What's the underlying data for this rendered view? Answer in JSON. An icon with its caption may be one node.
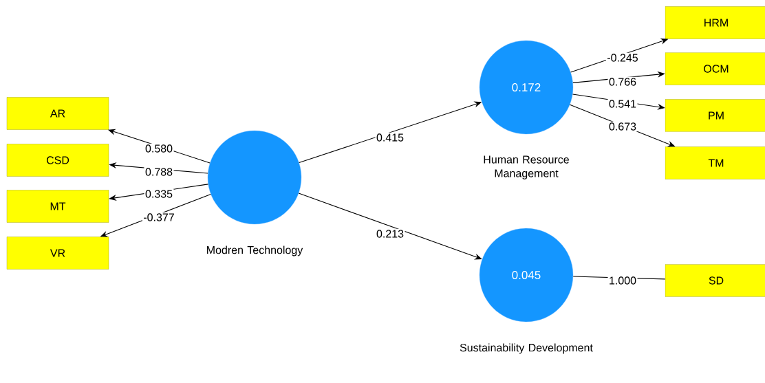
{
  "diagram": {
    "nodes": [
      {
        "text": [
          "AR"
        ]
      },
      {
        "text": [
          "CSD"
        ]
      },
      {
        "text": [
          "MT"
        ]
      },
      {
        "text": [
          "VR"
        ]
      },
      {
        "text": [
          "Modren Technology"
        ]
      },
      {
        "text": [
          "0.172",
          "Human Resource Management"
        ]
      },
      {
        "text": [
          "0.045",
          "Sustainability Development"
        ]
      },
      {
        "text": [
          "HRM"
        ]
      },
      {
        "text": [
          "OCM"
        ]
      },
      {
        "text": [
          "PM"
        ]
      },
      {
        "text": [
          "TM"
        ]
      },
      {
        "text": [
          "SD"
        ]
      }
    ],
    "edges": [
      {
        "from": 4,
        "to": 0,
        "arrow": "to",
        "label": "0.580"
      },
      {
        "from": 4,
        "to": 1,
        "arrow": "to",
        "label": "0.788"
      },
      {
        "from": 4,
        "to": 2,
        "arrow": "to",
        "label": "0.335"
      },
      {
        "from": 4,
        "to": 3,
        "arrow": "to",
        "label": "-0.377"
      },
      {
        "from": 4,
        "to": 5,
        "arrow": "to",
        "label": "0.415"
      },
      {
        "from": 4,
        "to": 6,
        "arrow": "to",
        "label": "0.213"
      },
      {
        "from": 5,
        "to": 7,
        "arrow": "to",
        "label": "-0.245"
      },
      {
        "from": 5,
        "to": 8,
        "arrow": "to",
        "label": "0.766"
      },
      {
        "from": 5,
        "to": 9,
        "arrow": "to",
        "label": "0.541"
      },
      {
        "from": 5,
        "to": 10,
        "arrow": "to",
        "label": "0.673"
      },
      {
        "from": 6,
        "to": 11,
        "arrow": "none",
        "label": "1.000"
      }
    ]
  }
}
